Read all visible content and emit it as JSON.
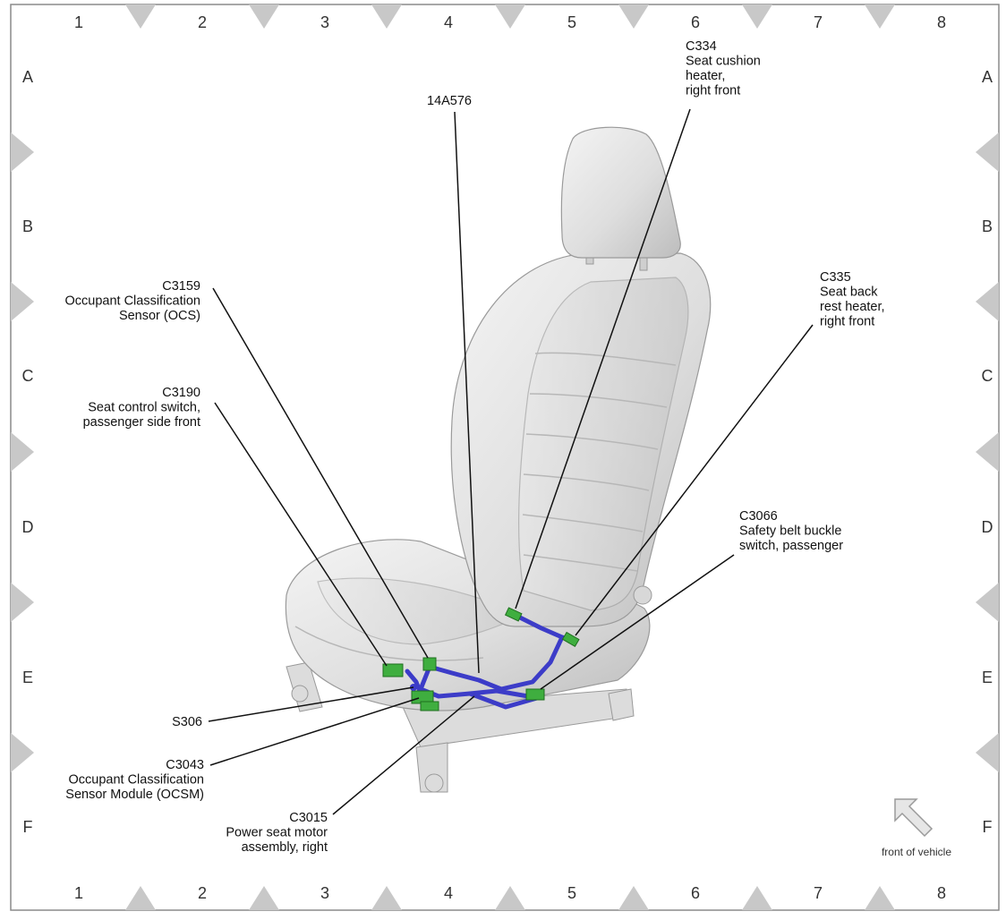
{
  "grid": {
    "columns": [
      "1",
      "2",
      "3",
      "4",
      "5",
      "6",
      "7",
      "8"
    ],
    "rows": [
      "A",
      "B",
      "C",
      "D",
      "E",
      "F"
    ]
  },
  "callouts": {
    "c334": {
      "lines": [
        "C334",
        "Seat cushion",
        "heater,",
        "right front"
      ]
    },
    "h14a576": {
      "lines": [
        "14A576"
      ]
    },
    "c3159": {
      "lines": [
        "C3159",
        "Occupant Classification",
        "Sensor (OCS)"
      ]
    },
    "c3190": {
      "lines": [
        "C3190",
        "Seat control switch,",
        "passenger side front"
      ]
    },
    "c335": {
      "lines": [
        "C335",
        "Seat back",
        "rest heater,",
        "right front"
      ]
    },
    "c3066": {
      "lines": [
        "C3066",
        "Safety belt buckle",
        "switch, passenger"
      ]
    },
    "s306": {
      "lines": [
        "S306"
      ]
    },
    "c3043": {
      "lines": [
        "C3043",
        "Occupant Classification",
        "Sensor Module (OCSM)"
      ]
    },
    "c3015": {
      "lines": [
        "C3015",
        "Power seat motor",
        "assembly, right"
      ]
    }
  },
  "orientation": {
    "label": "front of vehicle",
    "icon": "arrow-up-left-icon"
  },
  "colors": {
    "harness": "#3c3cc8",
    "connector": "#3fae3f",
    "grid_marker": "#c8c8c8"
  }
}
